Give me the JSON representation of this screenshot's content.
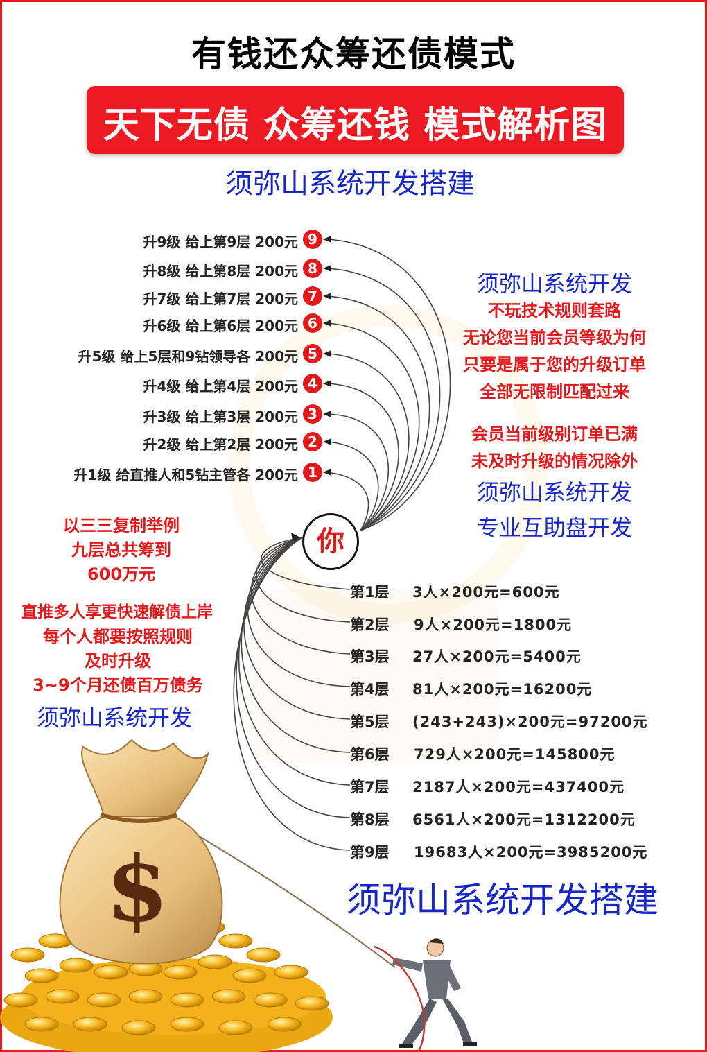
{
  "header": {
    "title": "有钱还众筹还债模式",
    "banner": "天下无债 众筹还钱 模式解析图",
    "subtitle": "须弥山系统开发搭建"
  },
  "levels": [
    {
      "num": "9",
      "text": "升9级 给上第9层 200元"
    },
    {
      "num": "8",
      "text": "升8级 给上第8层 200元"
    },
    {
      "num": "7",
      "text": "升7级 给上第7层 200元"
    },
    {
      "num": "6",
      "text": "升6级 给上第6层 200元"
    },
    {
      "num": "5",
      "text": "升5级 给上5层和9钻领导各  200元"
    },
    {
      "num": "4",
      "text": "升4级 给上第4层 200元"
    },
    {
      "num": "3",
      "text": "升3级 给上第3层 200元"
    },
    {
      "num": "2",
      "text": "升2级 给上第2层 200元"
    },
    {
      "num": "1",
      "text": "升1级 给直推人和5钻主管各 200元"
    }
  ],
  "right_panel": {
    "line1": "须弥山系统开发",
    "red1": [
      "不玩技术规则套路",
      "无论您当前会员等级为何",
      "只要是属于您的升级订单",
      "全部无限制匹配过来"
    ],
    "red2": [
      "会员当前级别订单已满",
      "未及时升级的情况除外"
    ],
    "line2": "须弥山系统开发",
    "line3": "专业互助盘开发"
  },
  "center": {
    "you": "你"
  },
  "left_panel": {
    "red1": [
      "以三三复制举例",
      "九层总共筹到",
      "600万元"
    ],
    "red2": [
      "直推多人享更快速解债上岸",
      "每个人都要按照规则",
      "及时升级",
      "3~9个月还债百万债务"
    ],
    "line": "须弥山系统开发"
  },
  "tiers": [
    {
      "label": "第1层",
      "calc": "3人×200元=600元"
    },
    {
      "label": "第2层",
      "calc": "9人×200元=1800元"
    },
    {
      "label": "第3层",
      "calc": "27人×200元=5400元"
    },
    {
      "label": "第4层",
      "calc": "81人×200元=16200元"
    },
    {
      "label": "第5层",
      "calc": "(243+243)×200元=97200元"
    },
    {
      "label": "第6层",
      "calc": "729人×200元=145800元"
    },
    {
      "label": "第7层",
      "calc": "2187人×200元=437400元"
    },
    {
      "label": "第8层",
      "calc": "6561人×200元=1312200元"
    },
    {
      "label": "第9层",
      "calc": "19683人×200元=3985200元"
    }
  ],
  "footer": {
    "bottom_blue": "须弥山系统开发搭建"
  },
  "graphics": {
    "money_bag_symbol": "$",
    "colors": {
      "red": "#e3191c",
      "blue": "#1726c8",
      "gold": "#f3b21b"
    }
  }
}
